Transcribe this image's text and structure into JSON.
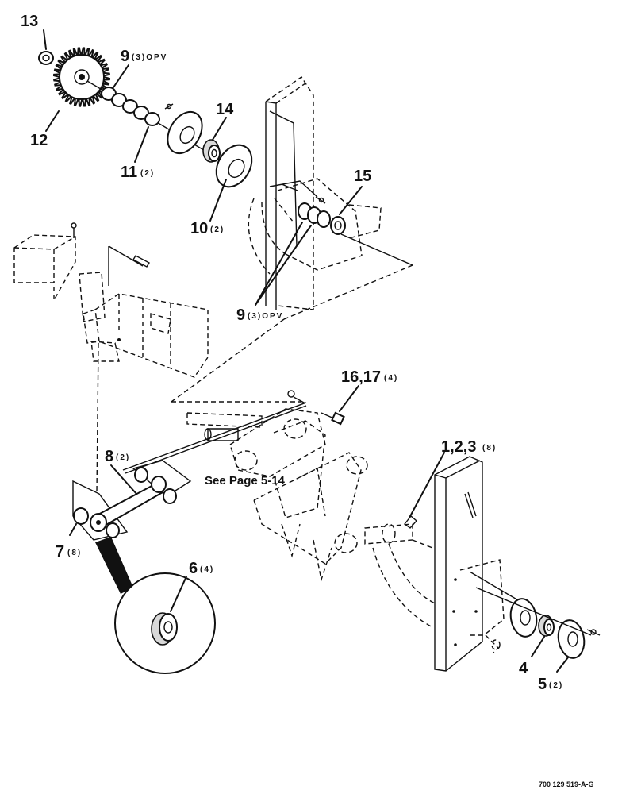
{
  "callouts": {
    "c13": {
      "num": "13",
      "qty": ""
    },
    "c9_top": {
      "num": "9",
      "qty": "(3)OPV"
    },
    "c12": {
      "num": "12",
      "qty": ""
    },
    "c14": {
      "num": "14",
      "qty": ""
    },
    "c11": {
      "num": "11",
      "qty": "(2)"
    },
    "c10": {
      "num": "10",
      "qty": "(2)"
    },
    "c15": {
      "num": "15",
      "qty": ""
    },
    "c9_mid": {
      "num": "9",
      "qty": "(3)OPV"
    },
    "c16_17": {
      "num": "16,17",
      "qty": "(4)"
    },
    "c8": {
      "num": "8",
      "qty": "(2)"
    },
    "c1_2_3": {
      "num": "1,2,3",
      "qty": "(8)"
    },
    "c7": {
      "num": "7",
      "qty": "(8)"
    },
    "c6": {
      "num": "6",
      "qty": "(4)"
    },
    "c4": {
      "num": "4",
      "qty": ""
    },
    "c5": {
      "num": "5",
      "qty": "(2)"
    }
  },
  "see_page": "See Page 5-14",
  "drawing_number": "700 129 519-A-G"
}
